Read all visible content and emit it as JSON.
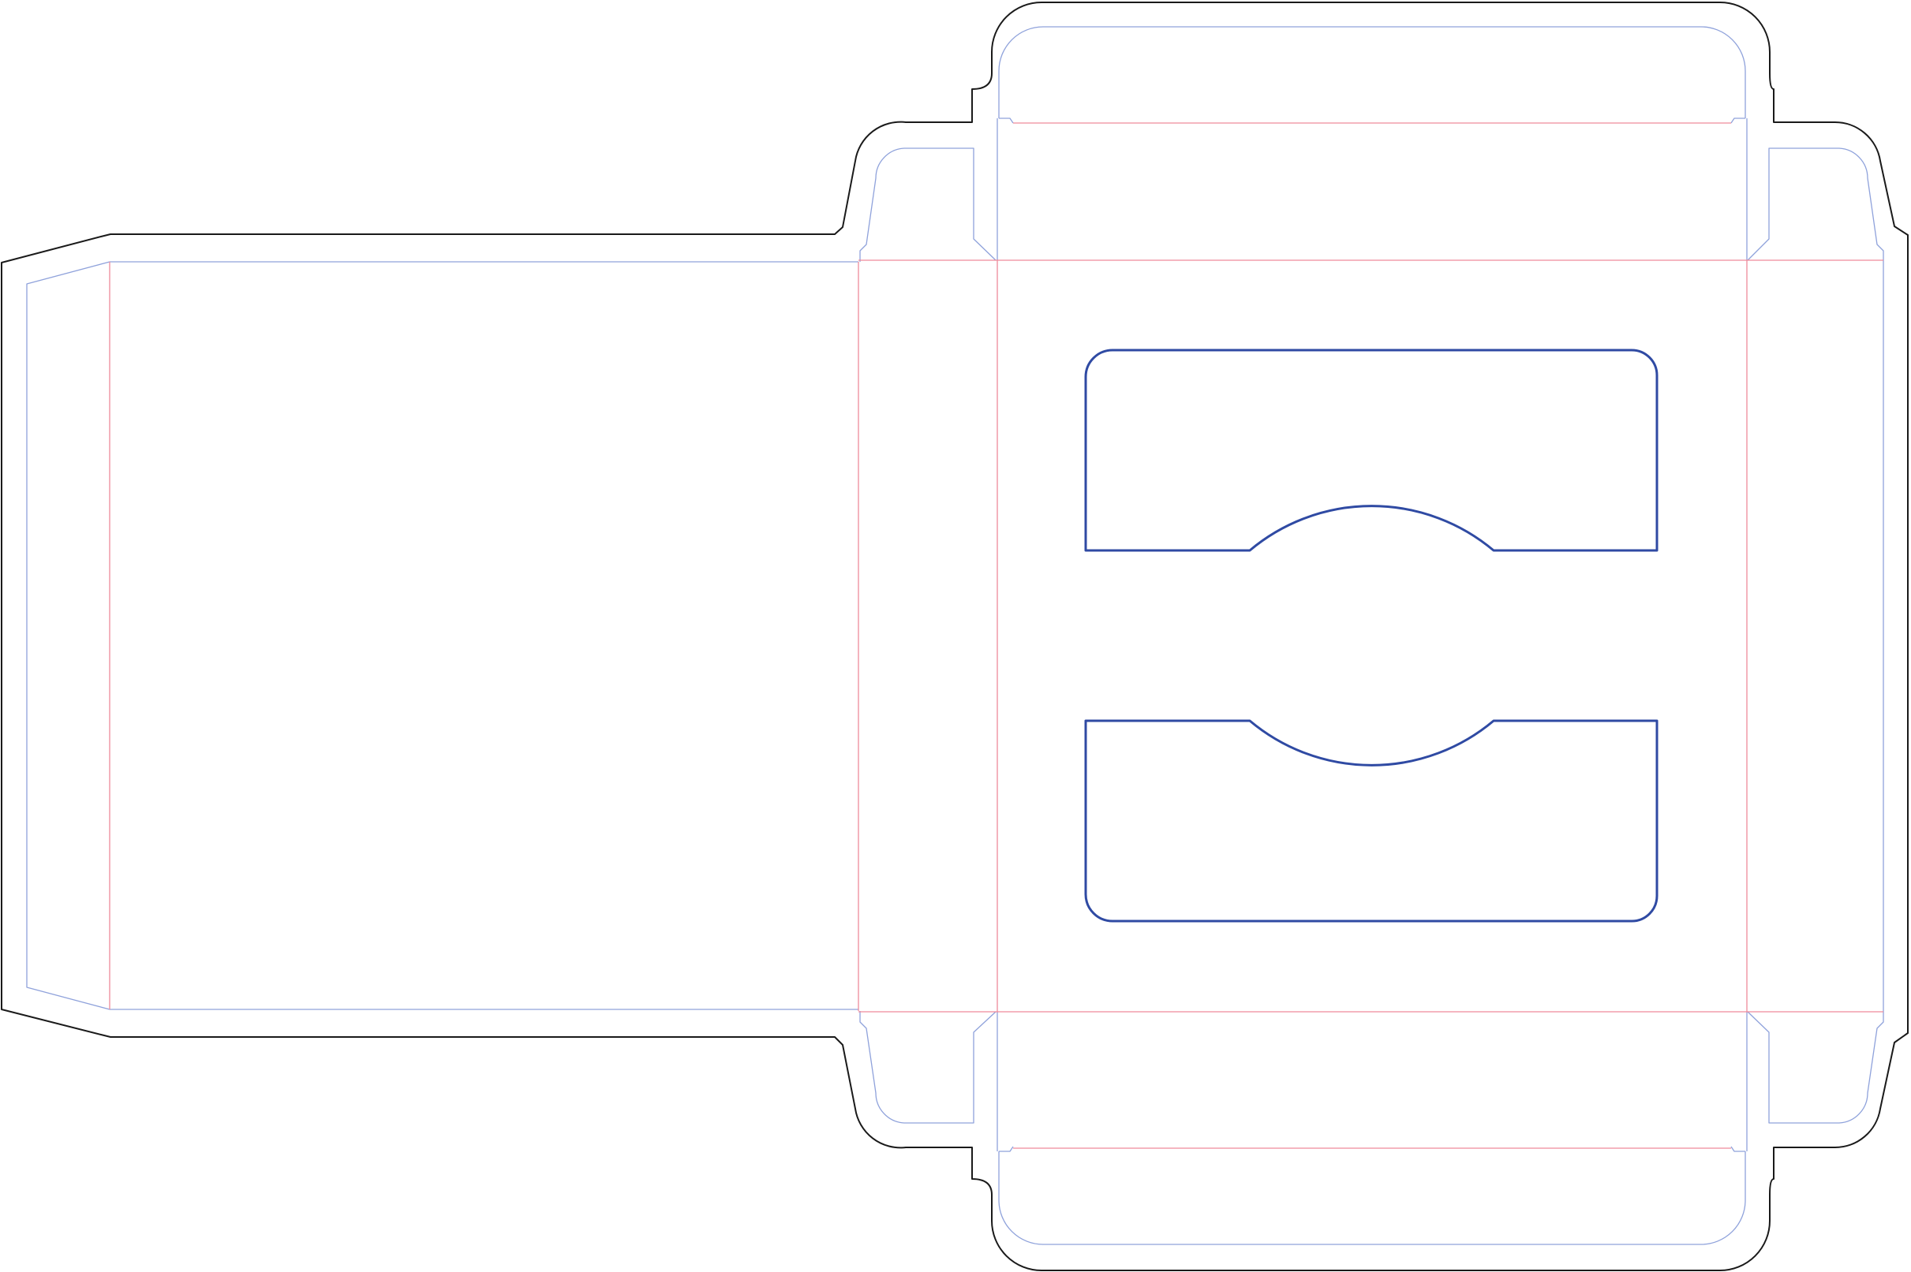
{
  "diagram": {
    "type": "packaging-dieline",
    "colors": {
      "cut_line": "#1a1a1a",
      "bleed_line": "#8fa2db",
      "fold_line": "#ef8a9a",
      "window_cutout": "#2f4aa3",
      "background": "#ffffff"
    },
    "components": [
      "glue-flap",
      "back-panel",
      "side-panel-left",
      "front-panel",
      "side-panel-right",
      "top-tuck-flap",
      "bottom-tuck-flap",
      "dust-flaps",
      "window-cutout-top",
      "window-cutout-bottom"
    ]
  }
}
